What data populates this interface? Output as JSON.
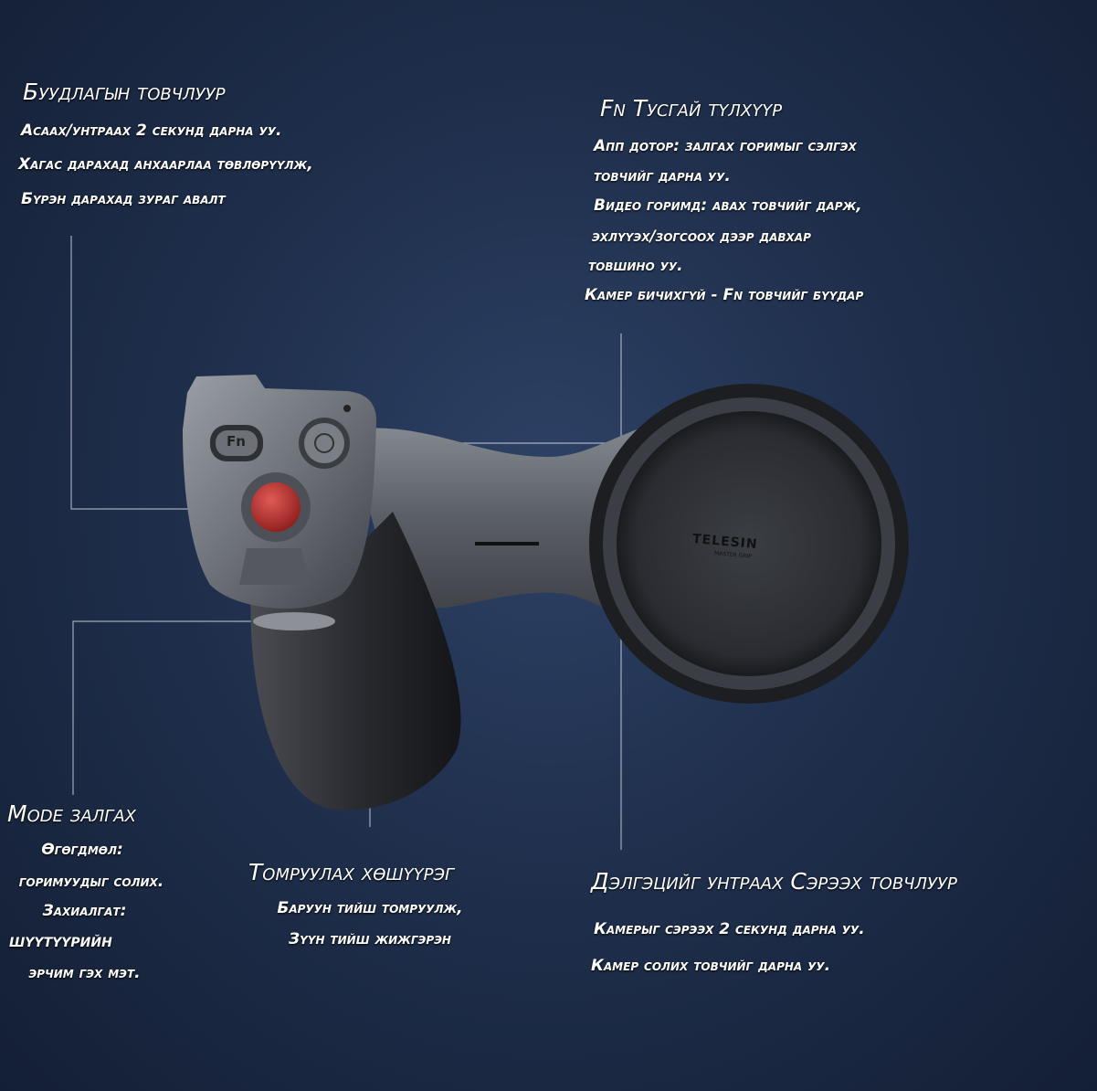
{
  "shutter": {
    "title": "Буудлагын товчлуур",
    "lines": [
      "Асаах/унтраах 2 секунд дарна уу.",
      "Хагас дарахад анхаарлаа төвлөрүүлж,",
      "Бүрэн дарахад зураг авалт"
    ]
  },
  "fn": {
    "title": "Fn Тусгай түлхүүр",
    "lines": [
      "Апп дотор: залгах горимыг сэлгэх",
      "товчийг дарна уу.",
      "Видео горимд: авах товчийг дарж,",
      "эхлүүэх/зогсоох дээр давхар",
      "товшино уу.",
      "Камер бичихгүй - Fn товчийг бүүдар"
    ]
  },
  "mode": {
    "title": "Mode залгах",
    "lines": [
      "Өгөгдмөл:",
      "горимуудыг солих.",
      "Захиалгат:",
      "шүүтүүрийн",
      "эрчим гэх мэт."
    ]
  },
  "zoom": {
    "title": "Томруулах хөшүүрэг",
    "lines": [
      "Баруун тийш томруулж,",
      "Зүүн тийш жижгэрэн"
    ]
  },
  "screen": {
    "title": "Дэлгэцийг унтраах Сэрээх товчлуур",
    "lines": [
      "Камерыг сэрээх 2 секунд дарна уу.",
      "Камер солих товчийг дарна уу."
    ]
  },
  "device": {
    "brand": "TELESIN",
    "model": "MASTER GRIP",
    "fn_label": "Fn",
    "shutter_color": "#c0312f"
  }
}
